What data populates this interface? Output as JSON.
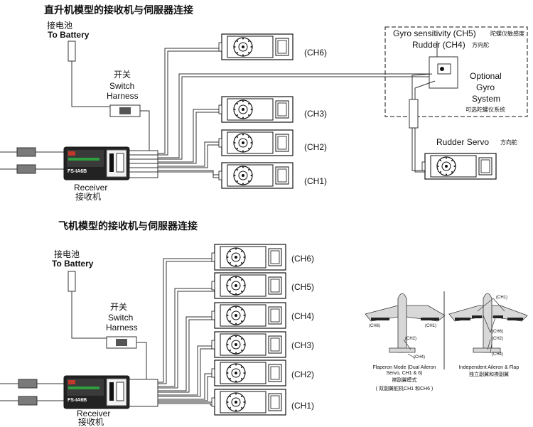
{
  "heli": {
    "title": "直升机模型的接收机与伺服器连接",
    "battery_cn": "接电池",
    "battery_en": "To Battery",
    "switch_cn": "开关",
    "switch_en": "Switch",
    "switch_en2": "Harness",
    "receiver_en": "Receiver",
    "receiver_cn": "接收机",
    "receiver_model": "FS-IA6B",
    "channels": [
      "(CH6)",
      "(CH3)",
      "(CH2)",
      "(CH1)"
    ],
    "gyro_sensitivity": "Gyro sensitivity (CH5)",
    "gyro_sensitivity_cn": "陀螺仪敏感度",
    "rudder": "Rudder (CH4)",
    "rudder_cn": "方向舵",
    "optional1": "Optional",
    "optional2": "Gyro",
    "optional3": "System",
    "optional_cn": "可选陀螺仪系统",
    "rudder_servo": "Rudder Servo",
    "rudder_servo_cn": "方向舵"
  },
  "plane": {
    "title": "飞机模型的接收机与伺服器连接",
    "battery_cn": "接电池",
    "battery_en": "To Battery",
    "switch_cn": "开关",
    "switch_en": "Switch",
    "switch_en2": "Harness",
    "receiver_en": "Receiver",
    "receiver_cn": "接收机",
    "receiver_model": "FS-IA6B",
    "channels": [
      "(CH6)",
      "(CH5)",
      "(CH4)",
      "(CH3)",
      "(CH2)",
      "(CH1)"
    ],
    "flaperon": {
      "labels": [
        "(CH6)",
        "(CH1)",
        "(CH2)",
        "(CH4)"
      ],
      "caption1": "Flaperon Mode (Dual Aileron",
      "caption2": "Servo, CH1 & 6)",
      "caption_cn": "襟副翼模式",
      "caption_cn2": "( 双副翼舵机CH1 和CH6 )"
    },
    "independent": {
      "labels": [
        "(CH1)",
        "(CH6)",
        "(CH2)",
        "(CH4)"
      ],
      "caption1": "Independent Aileron & Flap",
      "caption_cn": "独立副翼和襟副翼"
    }
  }
}
